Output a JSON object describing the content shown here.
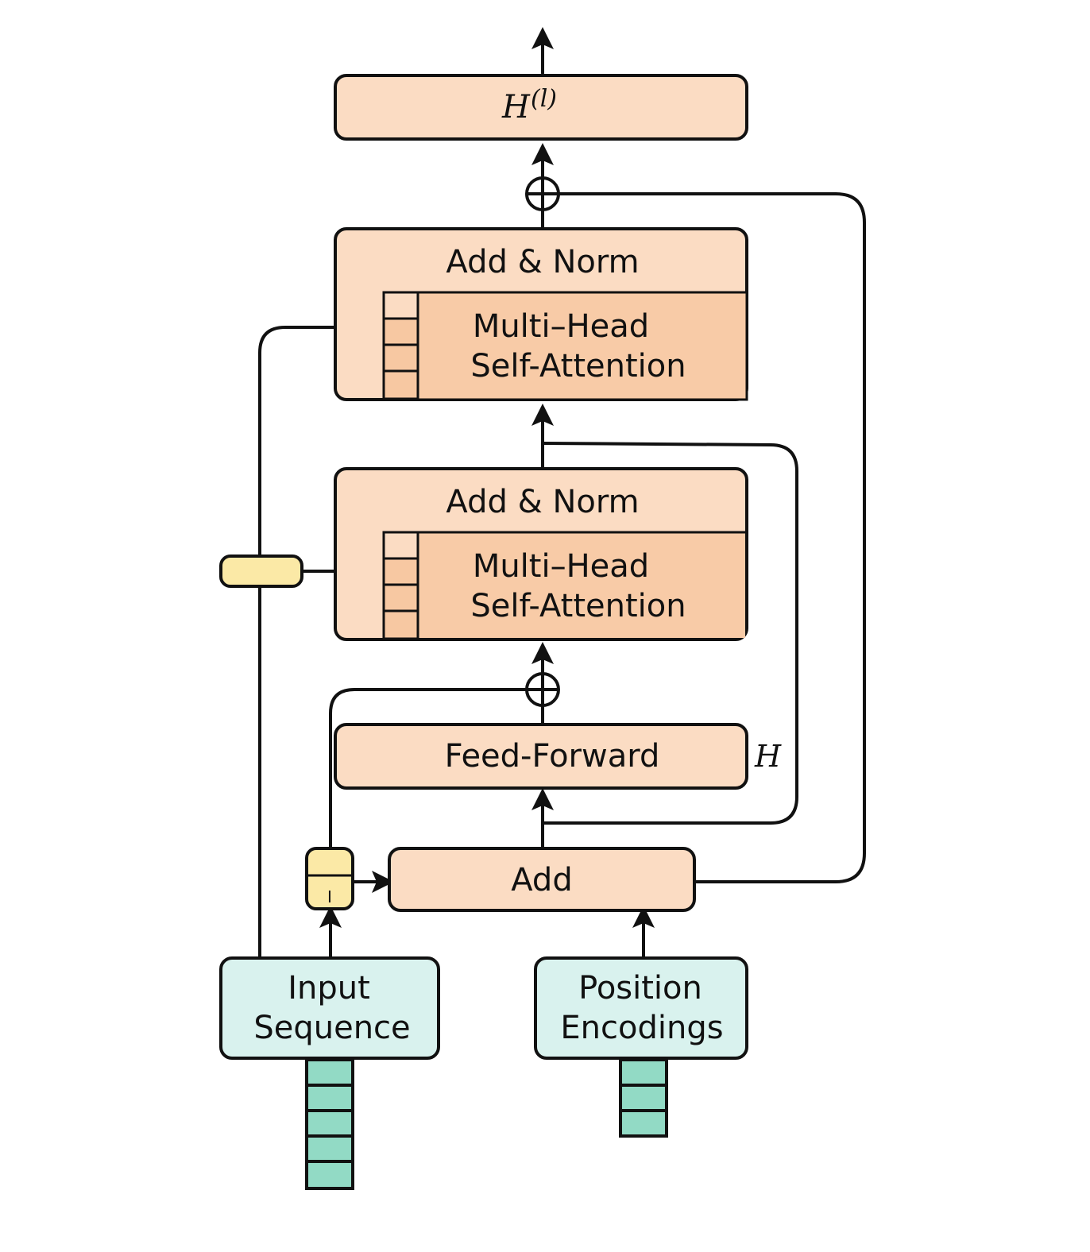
{
  "diagram": {
    "output_box": {
      "symbol": "H",
      "superscript": "(l)"
    },
    "top_block": {
      "norm_label": "Add & Norm",
      "attention_line1": "Multi–Head",
      "attention_line2": "Self-Attention"
    },
    "middle_block": {
      "norm_label": "Add & Norm",
      "attention_line1": "Multi–Head",
      "attention_line2": "Self-Attention"
    },
    "feed_forward": {
      "label": "Feed-Forward",
      "side_label": "H"
    },
    "add_box": {
      "label": "Add"
    },
    "small_yellow_box": {
      "label": "I"
    },
    "input_sequence": {
      "line1": "Input",
      "line2": "Sequence"
    },
    "position_encodings": {
      "line1": "Position",
      "line2": "Encodings"
    }
  },
  "colors": {
    "block_fill": "#fbdcc3",
    "input_fill": "#d9f2ee",
    "token_fill": "#92dac5",
    "yellow_fill": "#fbe9a6"
  }
}
